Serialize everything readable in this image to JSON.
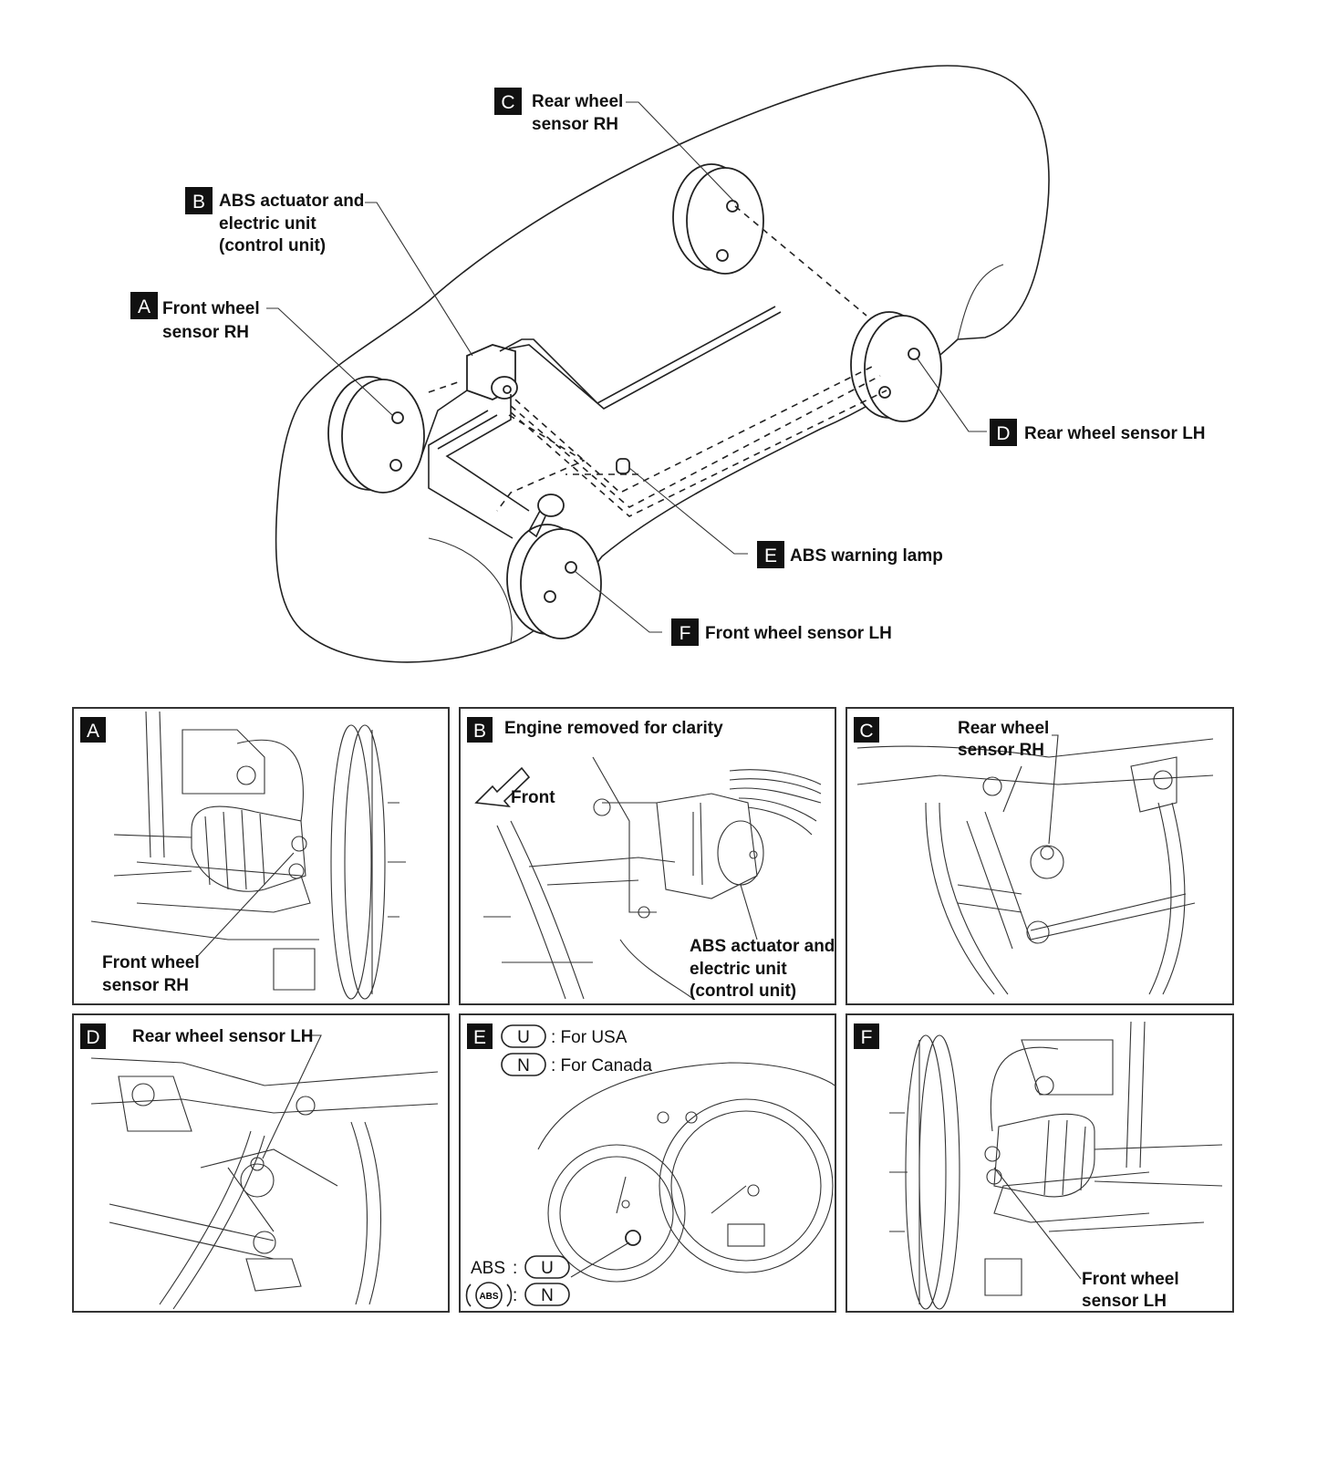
{
  "overview": {
    "callouts": [
      {
        "badge": "C",
        "lines": [
          "Rear wheel",
          "sensor RH"
        ]
      },
      {
        "badge": "B",
        "lines": [
          "ABS actuator and",
          "electric unit",
          "(control unit)"
        ]
      },
      {
        "badge": "A",
        "lines": [
          "Front wheel",
          "sensor RH"
        ]
      },
      {
        "badge": "D",
        "lines": [
          "Rear wheel sensor LH"
        ]
      },
      {
        "badge": "E",
        "lines": [
          "ABS warning lamp"
        ]
      },
      {
        "badge": "F",
        "lines": [
          "Front wheel sensor LH"
        ]
      }
    ]
  },
  "panels": {
    "a": {
      "badge": "A",
      "label_1": "Front wheel",
      "label_2": "sensor RH"
    },
    "b": {
      "badge": "B",
      "title": "Engine removed for clarity",
      "front": "Front",
      "label_1": "ABS actuator and",
      "label_2": "electric unit",
      "label_3": "(control unit)"
    },
    "c": {
      "badge": "C",
      "label_1": "Rear wheel",
      "label_2": "sensor RH"
    },
    "d": {
      "badge": "D",
      "label": "Rear wheel sensor LH"
    },
    "e": {
      "badge": "E",
      "legend_u_code": "U",
      "legend_u_text": ": For USA",
      "legend_n_code": "N",
      "legend_n_text": ": For Canada",
      "lamp_usa_text": "ABS",
      "lamp_usa_code": "U",
      "lamp_canada_symbol": "ABS",
      "lamp_canada_code": "N",
      "sep": ":"
    },
    "f": {
      "badge": "F",
      "label_1": "Front wheel",
      "label_2": "sensor LH"
    }
  }
}
